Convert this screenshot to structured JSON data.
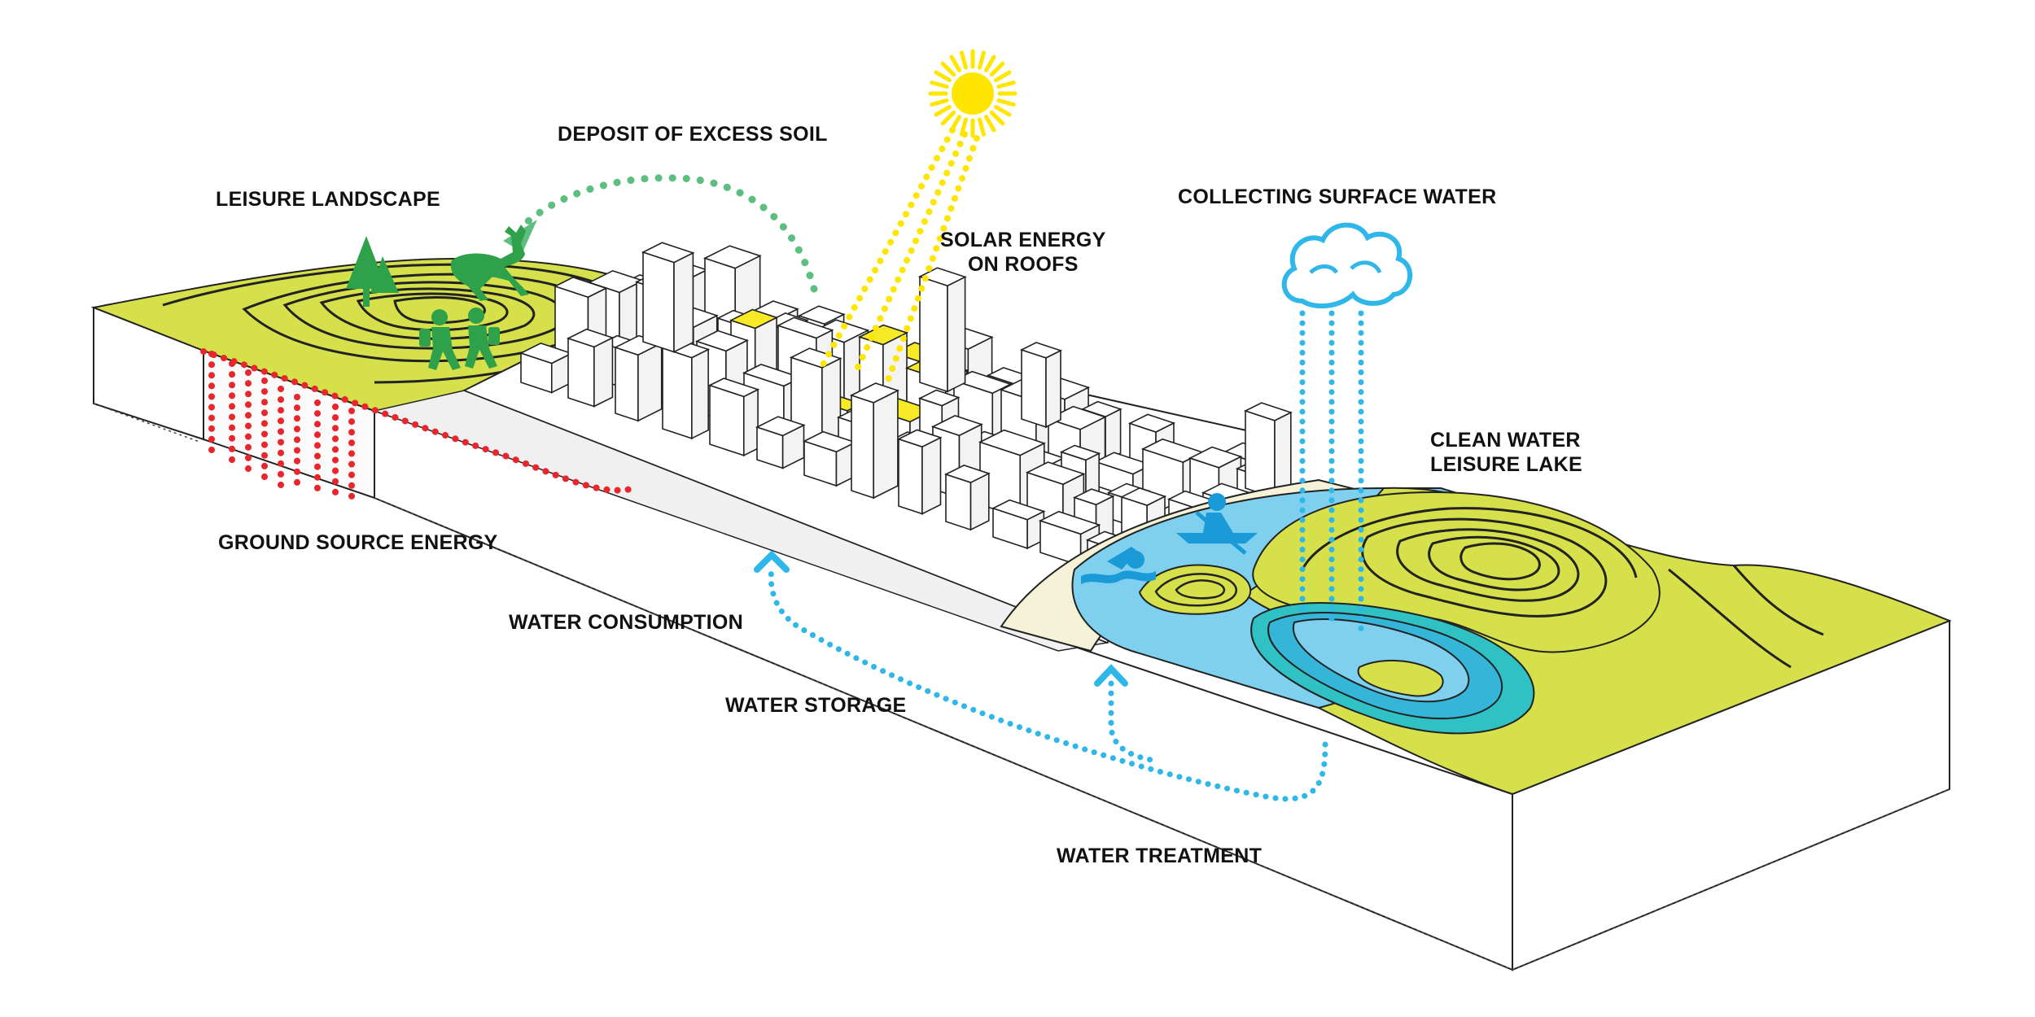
{
  "labels": {
    "deposit_soil": "DEPOSIT OF EXCESS SOIL",
    "leisure_landscape": "LEISURE LANDSCAPE",
    "solar_energy_l1": "SOLAR ENERGY",
    "solar_energy_l2": "ON ROOFS",
    "collecting_water": "COLLECTING SURFACE WATER",
    "clean_water_l1": "CLEAN WATER",
    "clean_water_l2": "LEISURE LAKE",
    "ground_source": "GROUND SOURCE ENERGY",
    "water_consumption": "WATER CONSUMPTION",
    "water_storage": "WATER STORAGE",
    "water_treatment": "WATER TREATMENT"
  },
  "colors": {
    "landscape": "#d6e04a",
    "lake": "#7fd0ef",
    "lake_deep": "#35b6d9",
    "lake_teal": "#2fc1c3",
    "sun": "#ffe600",
    "solar_roof": "#f5ea25",
    "ground_energy": "#e8262b",
    "water_flow": "#2eb7e8",
    "soil_arrow": "#5dbf7f",
    "figures": "#2ea14a",
    "swimmers": "#1a9ad6",
    "outline": "#222222"
  },
  "icons": [
    "sun-icon",
    "cloud-icon",
    "deer-icon",
    "tree-icon",
    "hikers-icon",
    "swimmer-icon",
    "rower-icon"
  ]
}
